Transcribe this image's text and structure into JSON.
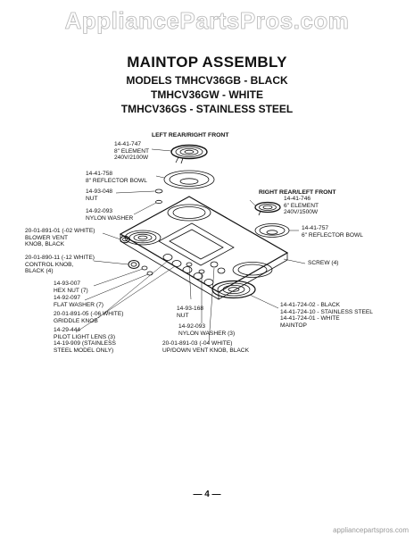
{
  "watermark": "AppliancePartsPros.com",
  "watermark_small": "appliancepartspros.com",
  "title": "MAINTOP ASSEMBLY",
  "models": {
    "line1": "MODELS TMHCV36GB - BLACK",
    "line2": "TMHCV36GW - WHITE",
    "line3": "TMHCV36GS - STAINLESS STEEL"
  },
  "headers": {
    "left_rear_right_front": "LEFT REAR/RIGHT FRONT",
    "right_rear_left_front": "RIGHT REAR/LEFT FRONT"
  },
  "labels": {
    "element_8in": [
      "14-41-747",
      "8\" ELEMENT",
      "240V/2100W"
    ],
    "reflector_8in": [
      "14-41-758",
      "8\" REFLECTOR BOWL"
    ],
    "nut": [
      "14-93-048",
      "NUT"
    ],
    "nylon_washer": [
      "14-92-093",
      "NYLON WASHER"
    ],
    "blower_knob": [
      "20-01-891-01 (-02 WHITE)",
      "BLOWER VENT",
      "KNOB, BLACK"
    ],
    "control_knob": [
      "20-01-890-11 (-12 WHITE)",
      "CONTROL KNOB,",
      "BLACK (4)"
    ],
    "hex_nut": [
      "14-93-007",
      "HEX NUT (7)"
    ],
    "flat_washer": [
      "14-92-097",
      "FLAT WASHER (7)"
    ],
    "griddle_knob": [
      "20-01-891-05 (-06 WHITE)",
      "GRIDDLE KNOB"
    ],
    "pilot_lens": [
      "14-29-444",
      "PILOT LIGHT LENS (3)",
      "14-19-909 (STAINLESS",
      "STEEL MODEL ONLY)"
    ],
    "element_6in": [
      "14-41-746",
      "6\" ELEMENT",
      "240V/1500W"
    ],
    "reflector_6in": [
      "14-41-757",
      "6\" REFLECTOR BOWL"
    ],
    "screw": [
      "SCREW (4)"
    ],
    "maintop": [
      "14-41-724-02 - BLACK",
      "14-41-724-10 - STAINLESS STEEL",
      "14-41-724-01 - WHITE",
      "MAINTOP"
    ],
    "nut_lower": [
      "14-93-168",
      "NUT"
    ],
    "nylon_washer_lower": [
      "14-92-093",
      "NYLON WASHER (3)"
    ],
    "updown_knob": [
      "20-01-891-03 (-04 WHITE)",
      "UP/DOWN VENT KNOB, BLACK"
    ]
  },
  "page_number": "— 4 —"
}
